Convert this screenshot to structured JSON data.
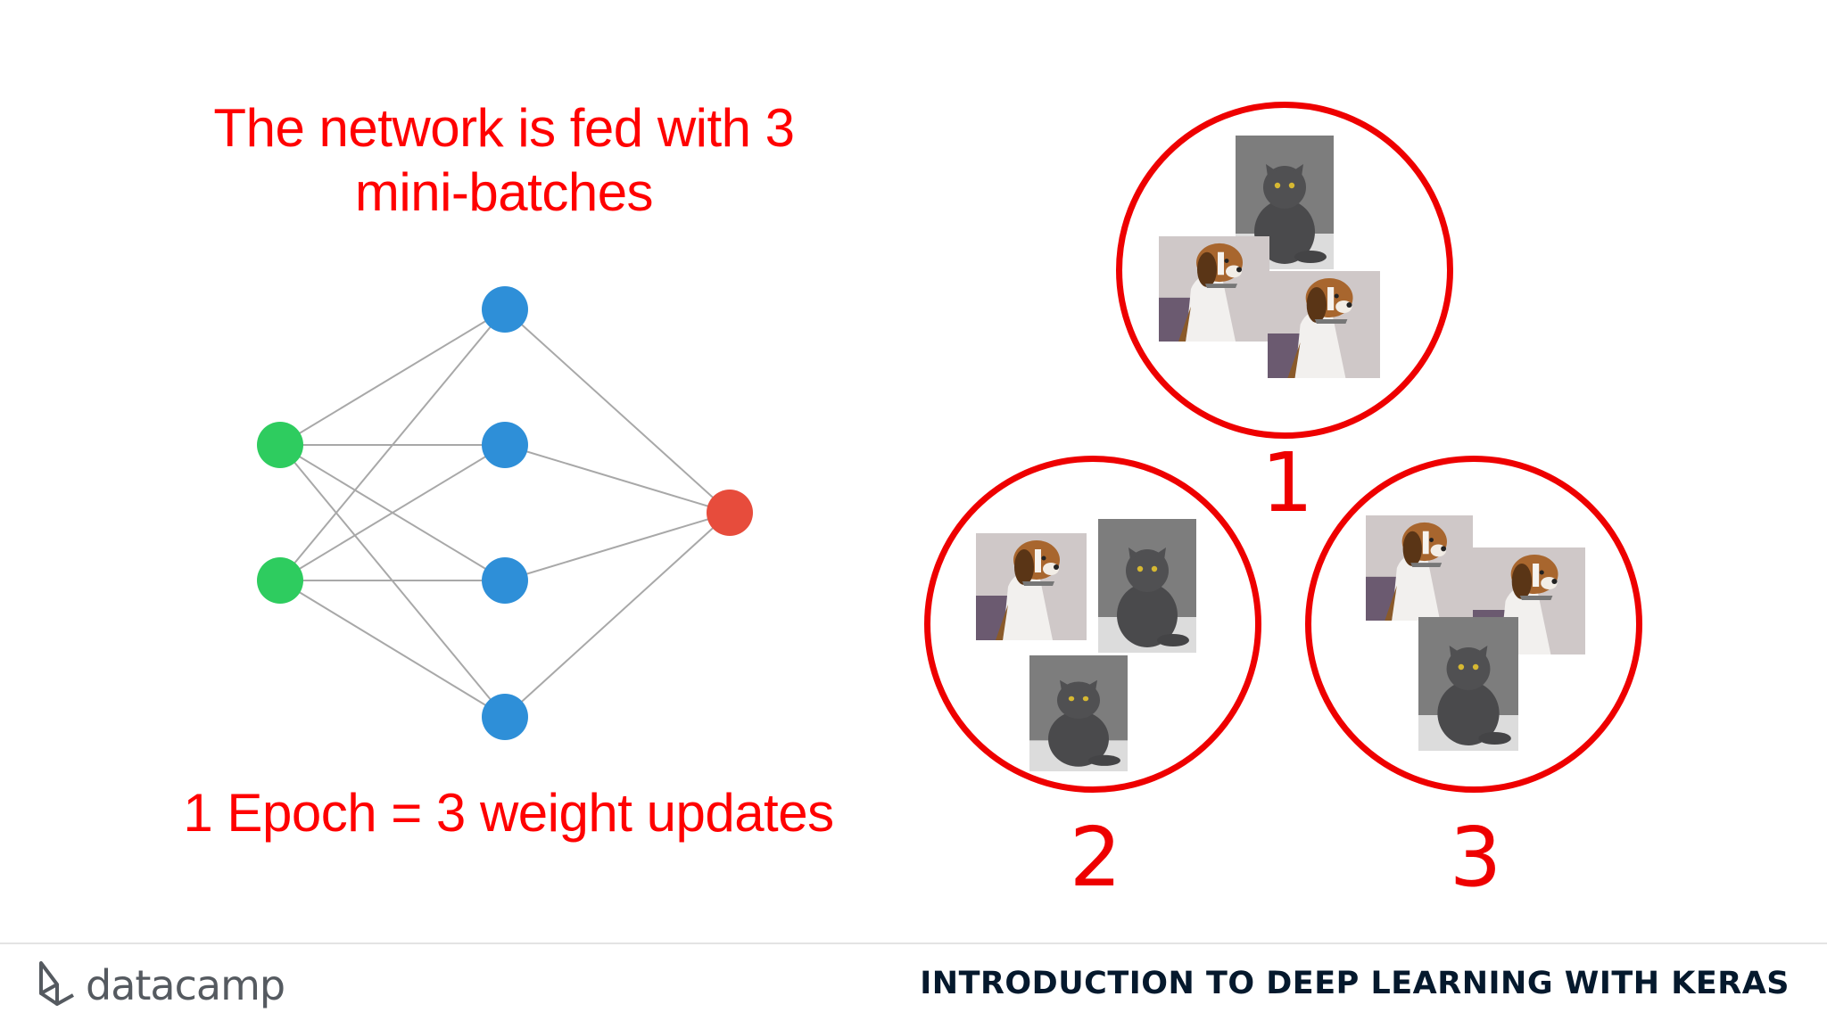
{
  "headline": {
    "line1": "The network is fed with 3",
    "line2": "mini-batches"
  },
  "epoch_text": "1 Epoch = 3 weight updates",
  "network": {
    "input_color": "#2ecc5f",
    "hidden_color": "#2e8fd8",
    "output_color": "#e74c3c",
    "edge_color": "#a8a8a8"
  },
  "batches": [
    {
      "number": "1",
      "images": [
        "cat",
        "dog",
        "dog"
      ]
    },
    {
      "number": "2",
      "images": [
        "dog",
        "cat",
        "cat"
      ]
    },
    {
      "number": "3",
      "images": [
        "dog",
        "dog",
        "cat"
      ]
    }
  ],
  "footer": {
    "logo_text": "datacamp",
    "course_title": "INTRODUCTION TO DEEP LEARNING WITH KERAS"
  },
  "colors": {
    "accent_red": "#ff0000",
    "footer_text": "#05192d"
  }
}
